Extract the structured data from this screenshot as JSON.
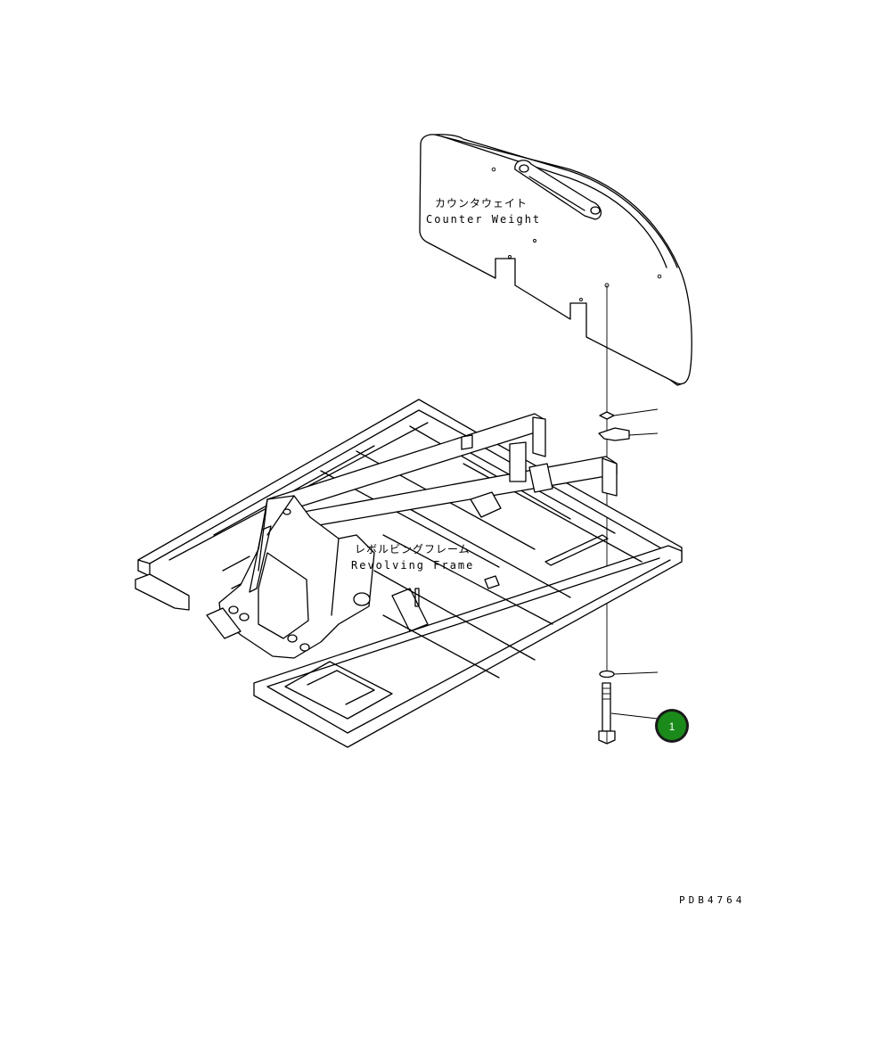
{
  "labels": {
    "counter_weight_jp": "カウンタウェイト",
    "counter_weight_en": "Counter Weight",
    "revolving_frame_jp": "レボルビングフレーム",
    "revolving_frame_en": "Revolving Frame"
  },
  "callout": {
    "number": "1",
    "color": "#1a8a1a"
  },
  "drawing_code": "PDB4764"
}
